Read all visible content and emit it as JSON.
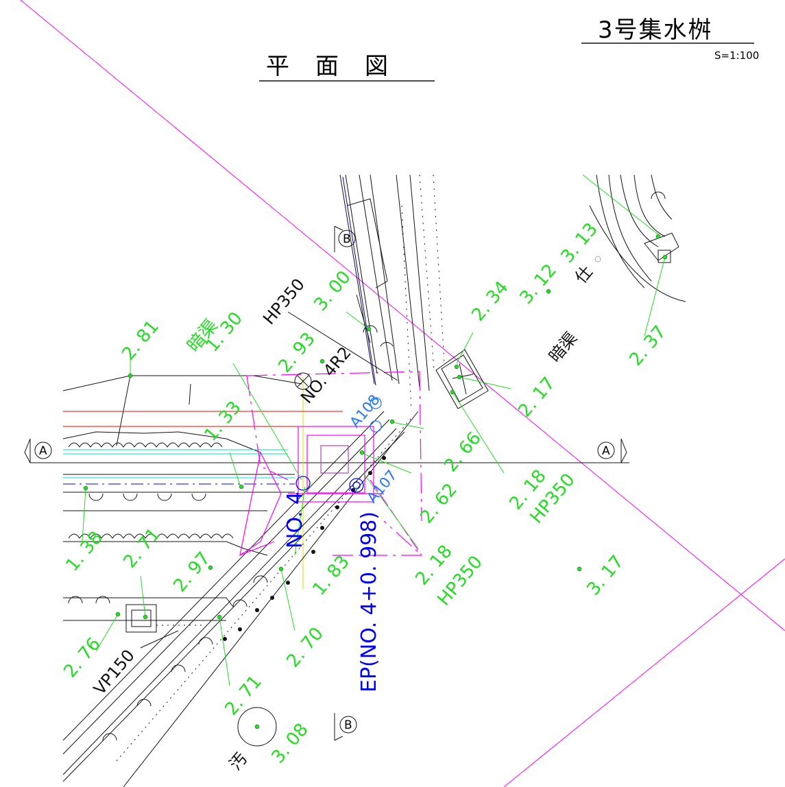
{
  "header": {
    "plan_title": "平　面　図",
    "sheet_title": "3号集水桝",
    "scale": "S=1:100"
  },
  "section_marks": {
    "a_left": "A",
    "a_right": "A",
    "b_top": "B",
    "b_bottom": "B"
  },
  "labels": {
    "hp350_top": "HP350",
    "no4r2": "NO. 4R2",
    "a108": "A108",
    "a107": "A107",
    "no4": "NO. 4",
    "ep": "EP(NO. 4+0. 998)",
    "vp150": "VP150",
    "ankyo_left": "暗渠",
    "ankyo_right": "暗渠",
    "shi": "仕",
    "osui": "汚",
    "hp350_a": "HP350",
    "hp350_b": "HP350"
  },
  "levels": {
    "l281": "2. 81",
    "l130": "1. 30",
    "l293": "2. 93",
    "l300": "3. 00",
    "l234": "2. 34",
    "l312": "3. 12",
    "l313": "3. 13",
    "l237": "2. 37",
    "l217": "2. 17",
    "l266": "2. 66",
    "l133": "1. 33",
    "l262": "2. 62",
    "l218a": "2. 18",
    "l218b": "2. 18",
    "l138": "1. 38",
    "l271a": "2. 71",
    "l297": "2. 97",
    "l183": "1. 83",
    "l270": "2. 70",
    "l276": "2. 76",
    "l271b": "2. 71",
    "l308": "3. 08",
    "l317": "3. 17"
  },
  "colors": {
    "magenta": "#ff00ff",
    "green": "#22dd22",
    "blue": "#0000ff",
    "light_blue": "#2277ff",
    "red": "#ff0000",
    "cyan": "#00dddd",
    "yellow": "#dddd00",
    "black": "#111111"
  }
}
